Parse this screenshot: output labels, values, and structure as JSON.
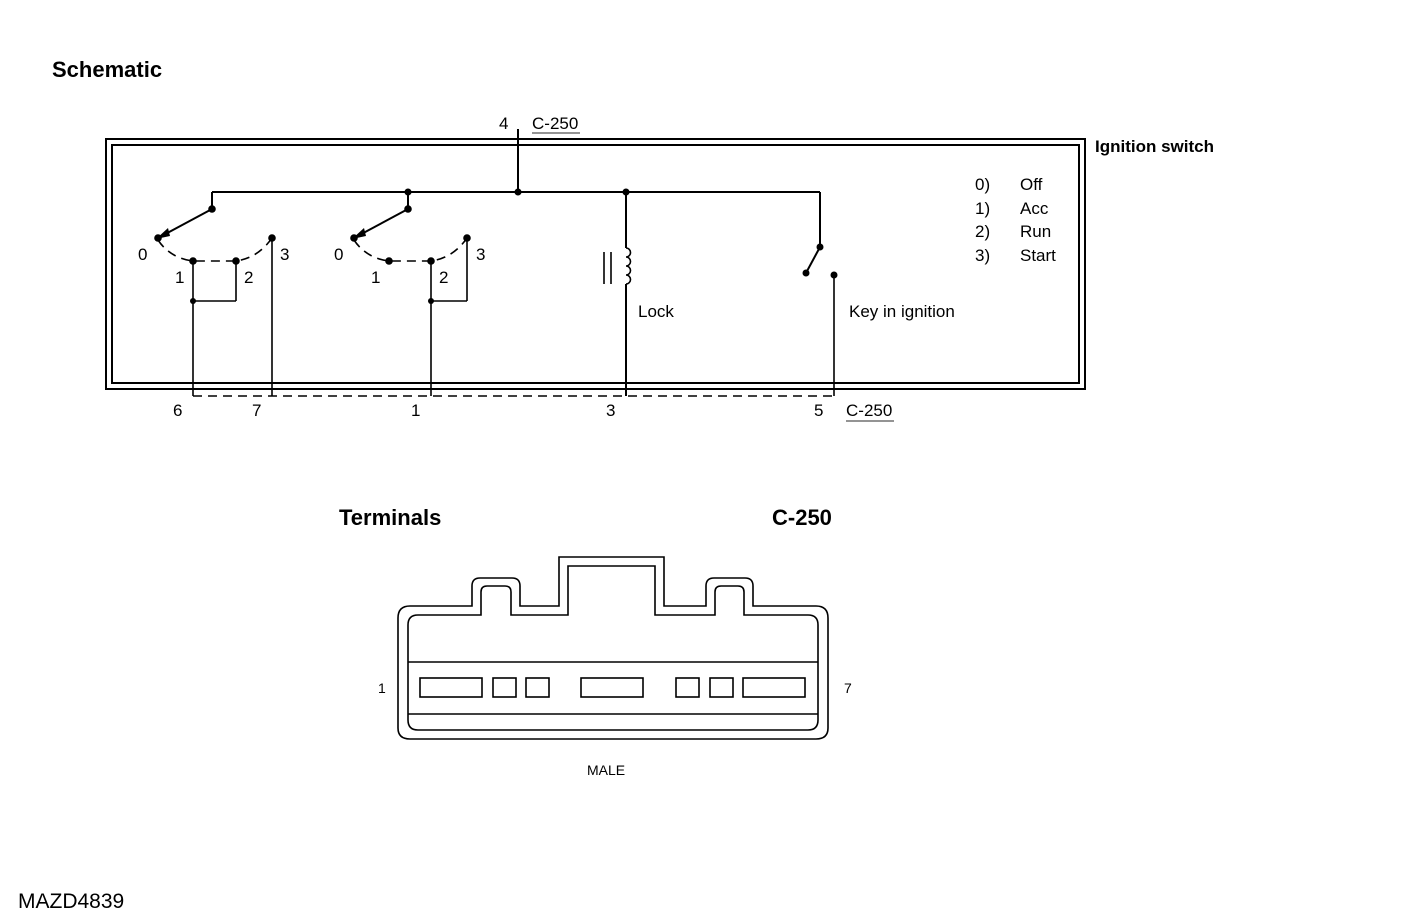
{
  "heading": "Schematic",
  "component": "Ignition switch",
  "connector": "C-250",
  "top_pin": "4",
  "bottom_pins": [
    "6",
    "7",
    "1",
    "3",
    "5"
  ],
  "deck_contacts": [
    "0",
    "1",
    "2",
    "3"
  ],
  "positions": [
    {
      "num": "0)",
      "name": "Off"
    },
    {
      "num": "1)",
      "name": "Acc"
    },
    {
      "num": "2)",
      "name": "Run"
    },
    {
      "num": "3)",
      "name": "Start"
    }
  ],
  "lock_label": "Lock",
  "key_label": "Key in ignition",
  "terminals_heading": "Terminals",
  "terminals_connector": "C-250",
  "pin_first": "1",
  "pin_last": "7",
  "gender": "MALE",
  "figure_id": "MAZD4839"
}
